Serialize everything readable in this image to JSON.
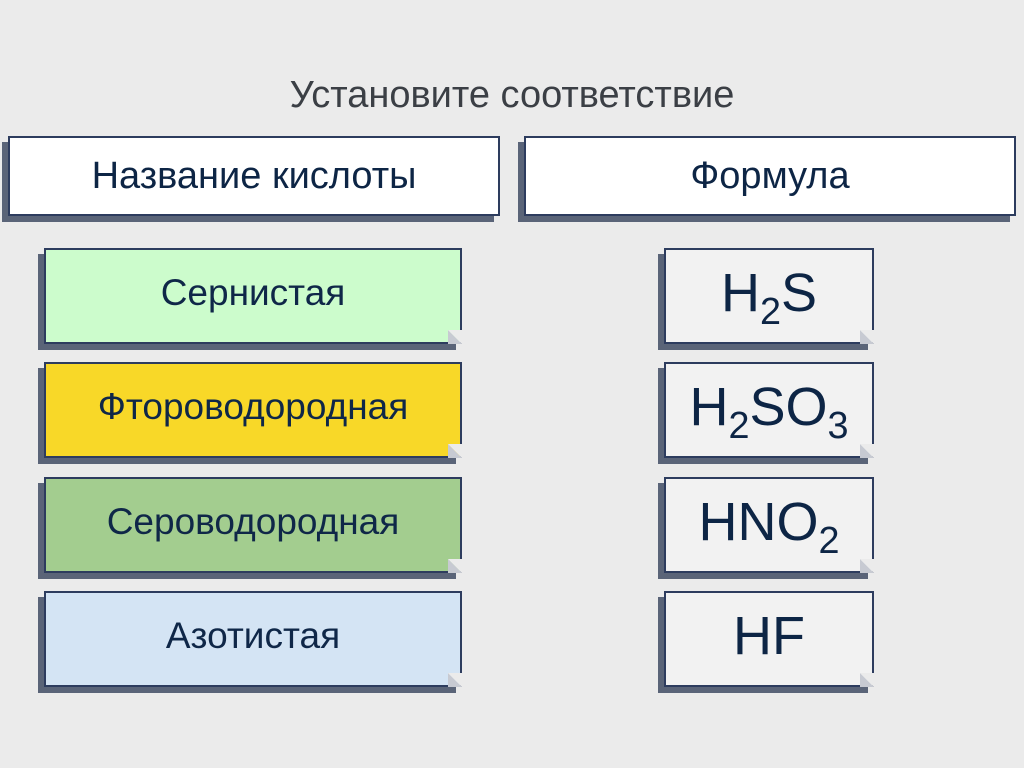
{
  "title": "Установите соответствие",
  "headers": {
    "left": "Название кислоты",
    "right": "Формула"
  },
  "names": [
    {
      "label": "Сернистая",
      "color": "#ccfccc"
    },
    {
      "label": "Фтороводородная",
      "color": "#f8d828"
    },
    {
      "label": "Сероводородная",
      "color": "#a3cd8f"
    },
    {
      "label": "Азотистая",
      "color": "#d4e4f4"
    }
  ],
  "formulas": [
    {
      "base": "H",
      "sub1": "2",
      "rest": "S",
      "sub2": ""
    },
    {
      "base": "H",
      "sub1": "2",
      "rest": "SO",
      "sub2": "3"
    },
    {
      "base": "HNO",
      "sub1": "2",
      "rest": "",
      "sub2": ""
    },
    {
      "base": "HF",
      "sub1": "",
      "rest": "",
      "sub2": ""
    }
  ]
}
